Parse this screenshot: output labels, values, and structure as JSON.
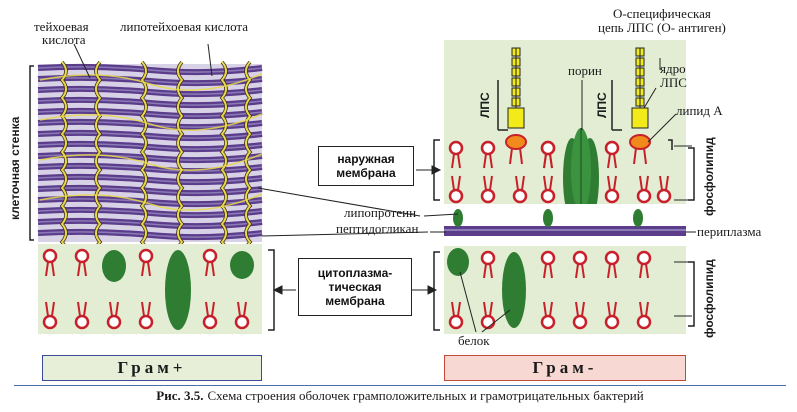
{
  "labels": {
    "teichoic_acid": "тейхоевая кислота",
    "teichoic_acid_line1": "тейхоевая",
    "teichoic_acid_line2": "кислота",
    "lipoteichoic_acid": "липотейхоевая  кислота",
    "cell_wall": "клеточная стенка",
    "outer_membrane": "наружная мембрана",
    "outer_membrane_line1": "наружная",
    "outer_membrane_line2": "мембрана",
    "lipoprotein": "липопротеин",
    "peptidoglycan": "пептидогликан",
    "periplasm": "периплазма",
    "cytoplasmic_membrane_line1": "цитоплазма-",
    "cytoplasmic_membrane_line2": "тическая",
    "cytoplasmic_membrane_line3": "мембрана",
    "o_specific_line1": "О-специфическая",
    "o_specific_line2": "цепь ЛПС (О- антиген)",
    "porin": "порин",
    "lps": "ЛПС",
    "lps_core_line1": "ядро",
    "lps_core_line2": "ЛПС",
    "lipid_a": "липид А",
    "phospholipid": "фосфолипид",
    "protein": "белок"
  },
  "gram_positive": "Грам+",
  "gram_negative": "Грам-",
  "caption": {
    "number": "Рис. 3.5.",
    "text": "Схема строения оболочек грамположительных и грамотрицательных бактерий"
  },
  "colors": {
    "wall_purple": "#5b3d8c",
    "wall_stripe": "#8a7ab5",
    "teichoic_yellow": "#e8d84a",
    "green_panel": "#e2edd3",
    "phospholipid_red": "#c8202a",
    "protein_green": "#2f7d32",
    "lps_yellow": "#f3ea1a",
    "lipid_orange": "#f08a1c",
    "gram_plus_bg": "#e8efd8",
    "gram_minus_bg": "#f7d8d2",
    "gram_plus_border": "#3b4a9a",
    "gram_minus_border": "#c44a3a",
    "caption_line": "#4a6fa5"
  }
}
